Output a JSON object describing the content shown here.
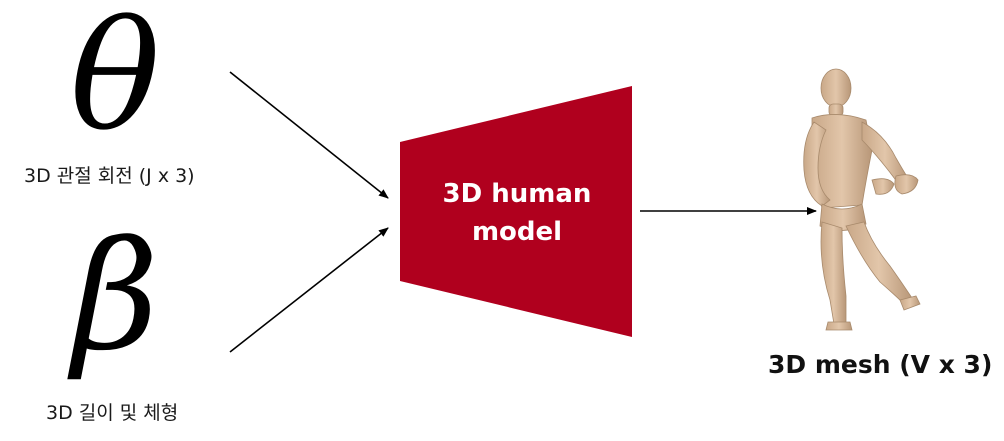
{
  "inputs": {
    "theta": {
      "symbol": "θ",
      "caption": "3D 관절 회전 (J x 3)"
    },
    "beta": {
      "symbol": "β",
      "caption": "3D 길이 및 체형"
    }
  },
  "model": {
    "line1": "3D human",
    "line2": "model",
    "color": "#b0001e"
  },
  "output": {
    "caption": "3D mesh (V x 3)",
    "image": "human-mesh-figure",
    "skin_color": "#d8b89a"
  }
}
